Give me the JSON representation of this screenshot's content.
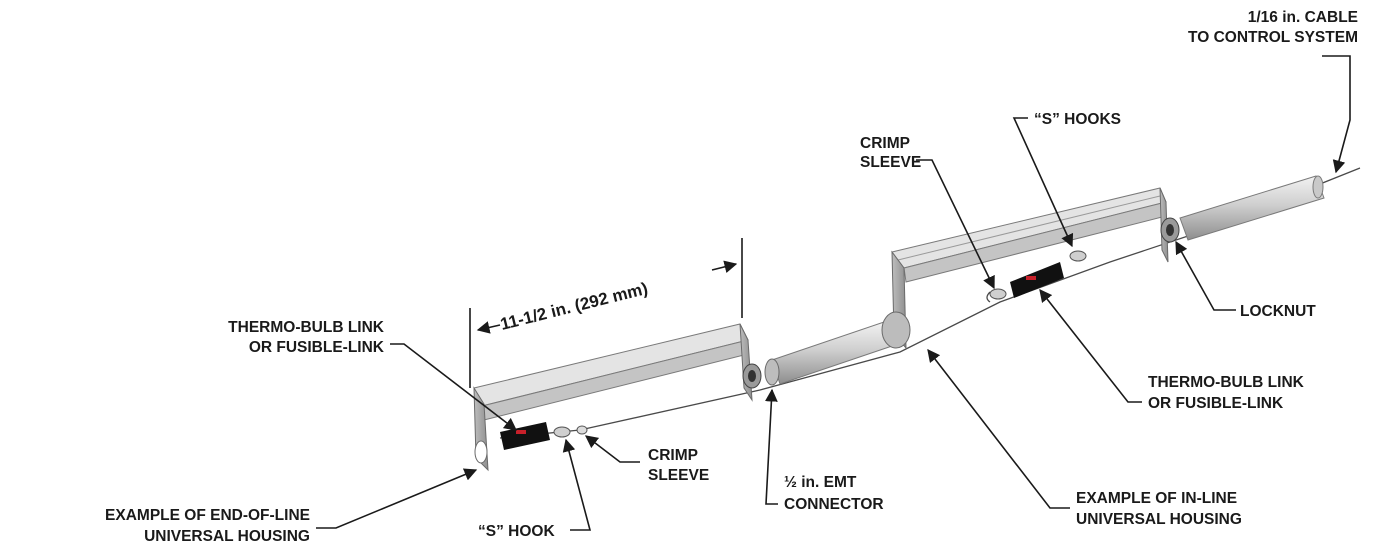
{
  "labels": {
    "cable_line1": "1/16 in. CABLE",
    "cable_line2": "TO CONTROL SYSTEM",
    "s_hooks": "“S” HOOKS",
    "crimp_top_line1": "CRIMP",
    "crimp_top_line2": "SLEEVE",
    "dimension": "11-1/2 in. (292 mm)",
    "locknut": "LOCKNUT",
    "thermo_left_line1": "THERMO-BULB LINK",
    "thermo_left_line2": "OR FUSIBLE-LINK",
    "thermo_right_line1": "THERMO-BULB LINK",
    "thermo_right_line2": "OR FUSIBLE-LINK",
    "crimp_bottom_line1": "CRIMP",
    "crimp_bottom_line2": "SLEEVE",
    "emt_line1": "½ in. EMT",
    "emt_line2": "CONNECTOR",
    "inline_line1": "EXAMPLE OF IN-LINE",
    "inline_line2": "UNIVERSAL HOUSING",
    "endline_line1": "EXAMPLE OF END-OF-LINE",
    "endline_line2": "UNIVERSAL HOUSING",
    "s_hook": "“S” HOOK"
  },
  "colors": {
    "ink": "#1a1a1a",
    "metal_light": "#d6d6d6",
    "metal_mid": "#b4b4b4",
    "metal_dark": "#8a8a8a",
    "link_body": "#111111",
    "link_accent": "#c8202a"
  }
}
